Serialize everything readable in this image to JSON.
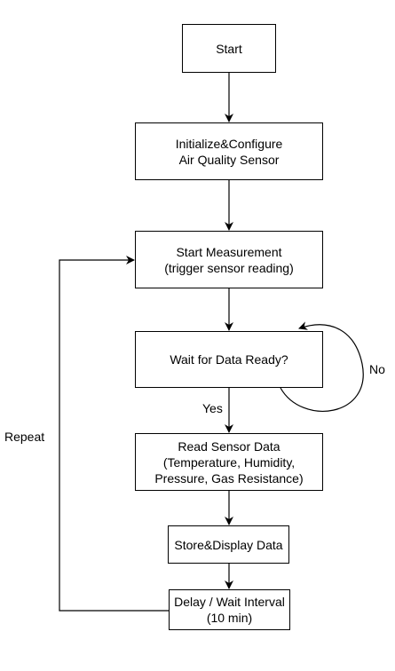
{
  "nodes": {
    "start": {
      "lines": [
        "Start"
      ]
    },
    "init": {
      "lines": [
        "Initialize&Configure",
        "Air Quality Sensor"
      ]
    },
    "measure": {
      "lines": [
        "Start Measurement",
        "(trigger sensor reading)"
      ]
    },
    "wait": {
      "lines": [
        "Wait for Data Ready?"
      ]
    },
    "read": {
      "lines": [
        "Read Sensor Data",
        "(Temperature, Humidity,",
        "Pressure, Gas Resistance)"
      ]
    },
    "store": {
      "lines": [
        "Store&Display Data"
      ]
    },
    "delay": {
      "lines": [
        "Delay / Wait Interval",
        "(10 min)"
      ]
    }
  },
  "edge_labels": {
    "yes": "Yes",
    "no": "No",
    "repeat": "Repeat"
  }
}
